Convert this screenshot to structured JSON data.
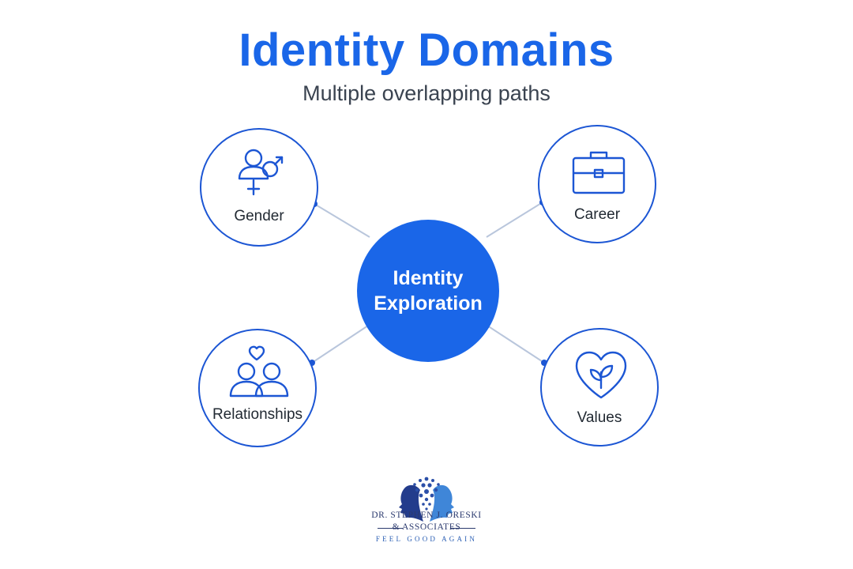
{
  "header": {
    "title": "Identity Domains",
    "subtitle": "Multiple overlapping paths"
  },
  "center": {
    "line1": "Identity",
    "line2": "Exploration"
  },
  "domains": [
    {
      "label": "Gender",
      "icon": "gender-icon"
    },
    {
      "label": "Career",
      "icon": "briefcase-icon"
    },
    {
      "label": "Relationships",
      "icon": "couple-heart-icon"
    },
    {
      "label": "Values",
      "icon": "heart-leaf-icon"
    }
  ],
  "logo": {
    "name": "DR. STEPHEN J. ORESKI",
    "associates": "& ASSOCIATES",
    "tagline": "FEEL GOOD AGAIN"
  },
  "colors": {
    "accent": "#1a66e8",
    "stroke": "#1c56d4",
    "connector": "#b9c6dc",
    "subtitle": "#3a4350"
  }
}
